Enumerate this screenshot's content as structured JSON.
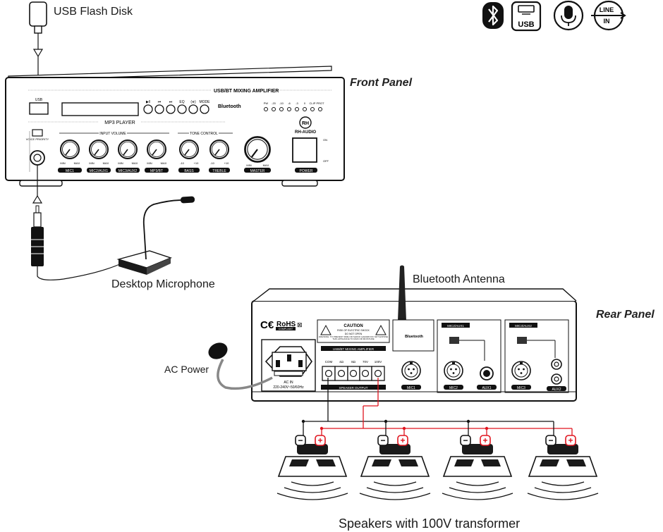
{
  "labels": {
    "usb_flash_disk": "USB Flash Disk",
    "front_panel": "Front Panel",
    "desktop_microphone": "Desktop Microphone",
    "bluetooth_antenna": "Bluetooth Antenna",
    "rear_panel": "Rear Panel",
    "ac_power": "AC Power",
    "speakers": "Speakers with 100V transformer"
  },
  "top_icons": {
    "usb": "USB",
    "line_in_top": "LINE",
    "line_in_bottom": "IN"
  },
  "front_panel": {
    "model": "USB/BT MIXING AMPLIFIER",
    "mp3_player": "MP3 PLAYER",
    "usb_port": "USB",
    "bluetooth": "Bluetooth",
    "brand": "RH-AUDIO",
    "brand_mark": "RH",
    "input_volume": "INPUT VOLUME",
    "tone_control": "TONE CONTROL",
    "voice_priority": "VOICE PRIORITY",
    "transport": [
      "▶‖",
      "⏮",
      "⏭",
      "EQ",
      "(⌯)",
      "MODE"
    ],
    "meter": [
      "PW",
      "-20",
      "-10",
      "-6",
      "-3",
      "0",
      "CLIP",
      "PROT"
    ],
    "knob_min": "MIN",
    "knob_max": "MAX",
    "tone_min": "-10",
    "tone_max": "+10",
    "knobs": [
      "MIC1",
      "MIC2/AUX1",
      "MIC3/AUX2",
      "MP3/BT",
      "BASS",
      "TREBLE",
      "MASTER"
    ],
    "power": "POWER",
    "on": "ON",
    "off": "OFF"
  },
  "rear_panel": {
    "rohs": "RoHS",
    "compliant": "COMPLIANT",
    "caution_title": "CAUTION",
    "caution_line1": "RISK OF ELECTRIC SHOCK",
    "caution_line2": "DO NOT OPEN",
    "warning": "WARNING: TO PREVENT FIRE OR SHOCK HAZARD DO NOT EXPOSE THIS APPLIANCE TO RAIN OR MOISTURE",
    "bluetooth": "Bluetooth",
    "amp_model": "USB/BT MIXING AMPLIFIER",
    "terminals": [
      "COM",
      "4Ω",
      "8Ω",
      "70V",
      "100V"
    ],
    "speaker_output": "SPEAKER OUTPUT",
    "ac_in": "AC IN",
    "ac_rating": "220-240V~50/60Hz",
    "mic1": "MIC1",
    "mic2_aux1": "MIC2/AUX1",
    "mic2": "MIC2",
    "aux1": "AUX1",
    "mic3_aux2": "MIC3/AUX2",
    "mic3": "MIC3",
    "aux2": "AUX2"
  },
  "speakers": {
    "count": 4,
    "minus": "−",
    "plus": "+"
  },
  "colors": {
    "line": "#1a1a1a",
    "wire_red": "#e0141e",
    "panel_gray": "#f4f4f4"
  }
}
